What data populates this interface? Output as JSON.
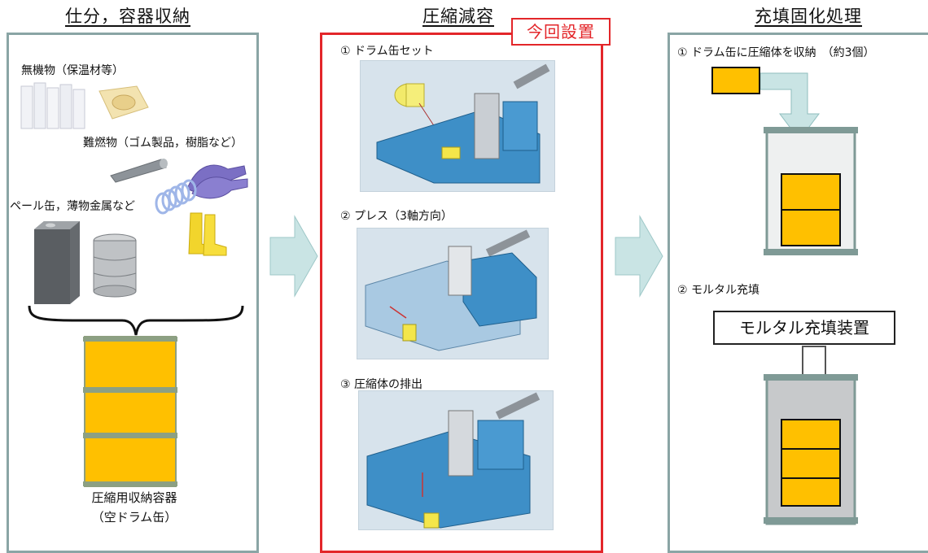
{
  "stages": {
    "sorting": {
      "title": "仕分，容器収納"
    },
    "compression": {
      "title": "圧縮減容",
      "badge": "今回設置"
    },
    "filling": {
      "title": "充填固化処理"
    }
  },
  "sorting_panel": {
    "inorganic": "無機物（保温材等）",
    "flame_retardant": "難燃物（ゴム製品，樹脂など）",
    "metal": "ペール缶，薄物金属など",
    "container_line1": "圧縮用収納容器",
    "container_line2": "（空ドラム缶）"
  },
  "compression_steps": [
    {
      "label": "① ドラム缶セット"
    },
    {
      "label": "② プレス（3軸方向）"
    },
    {
      "label": "③ 圧縮体の排出"
    }
  ],
  "filling_steps": [
    {
      "label": "① ドラム缶に圧縮体を収納　（約3個）"
    },
    {
      "label": "② モルタル充填"
    }
  ],
  "filling_device": "モルタル充填装置",
  "colors": {
    "drum_yellow": "#ffc000",
    "arrow_teal": "#c9e4e4",
    "frame_gray": "#8aa5a5",
    "accent_red": "#e3262a"
  }
}
